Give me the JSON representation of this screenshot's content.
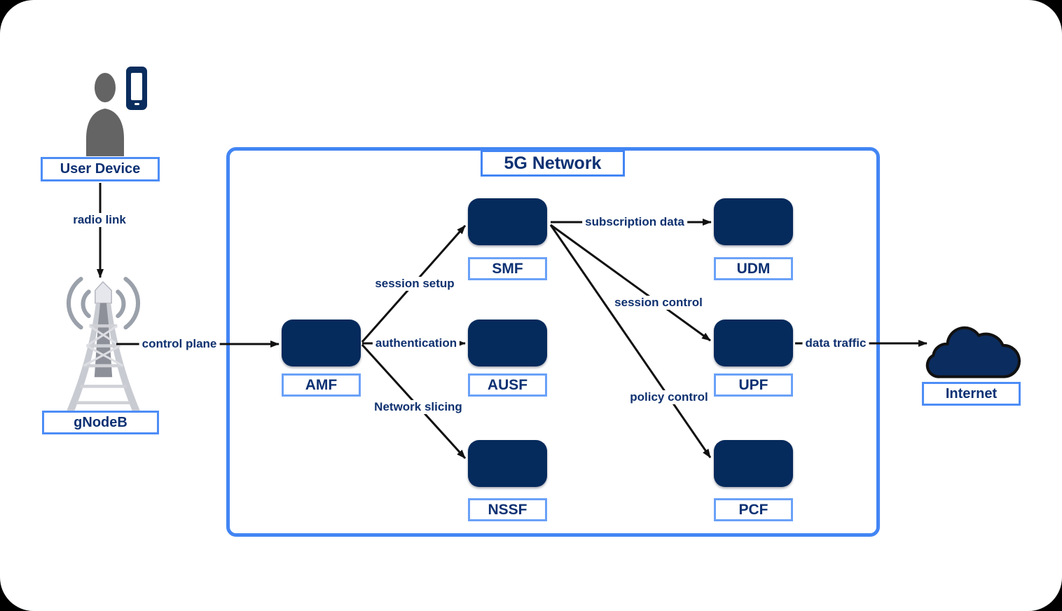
{
  "page": {
    "background": "#000000",
    "canvas_background": "#ffffff"
  },
  "colors": {
    "node_fill": "#052a5c",
    "container_border": "#4285f4",
    "inner_label_border": "#6aa1f8",
    "outer_label_border": "#4d8df6",
    "label_text": "#0d3173",
    "edge_line": "#111111",
    "person_gray": "#646464",
    "tower_gray": "#c6c8cf",
    "cloud_fill": "#0b2c5e"
  },
  "container": {
    "title": "5G Network"
  },
  "nodes": {
    "user_device": {
      "label": "User Device",
      "type": "external",
      "icon": "person-with-phone-icon"
    },
    "gnodeb": {
      "label": "gNodeB",
      "type": "external",
      "icon": "radio-tower-icon"
    },
    "internet": {
      "label": "Internet",
      "type": "external",
      "icon": "cloud-icon"
    },
    "amf": {
      "label": "AMF",
      "type": "network-function"
    },
    "smf": {
      "label": "SMF",
      "type": "network-function"
    },
    "ausf": {
      "label": "AUSF",
      "type": "network-function"
    },
    "nssf": {
      "label": "NSSF",
      "type": "network-function"
    },
    "udm": {
      "label": "UDM",
      "type": "network-function"
    },
    "upf": {
      "label": "UPF",
      "type": "network-function"
    },
    "pcf": {
      "label": "PCF",
      "type": "network-function"
    }
  },
  "edges": {
    "radio_link": {
      "from": "User Device",
      "to": "gNodeB",
      "label": "radio link"
    },
    "control_plane": {
      "from": "gNodeB",
      "to": "AMF",
      "label": "control plane"
    },
    "session_setup": {
      "from": "AMF",
      "to": "SMF",
      "label": "session setup"
    },
    "authentication": {
      "from": "AMF",
      "to": "AUSF",
      "label": "authentication"
    },
    "network_slicing": {
      "from": "AMF",
      "to": "NSSF",
      "label": "Network slicing"
    },
    "subscription_data": {
      "from": "SMF",
      "to": "UDM",
      "label": "subscription data"
    },
    "session_control": {
      "from": "SMF",
      "to": "UPF",
      "label": "session control"
    },
    "policy_control": {
      "from": "SMF",
      "to": "PCF",
      "label": "policy control"
    },
    "data_traffic": {
      "from": "UPF",
      "to": "Internet",
      "label": "data traffic"
    }
  }
}
